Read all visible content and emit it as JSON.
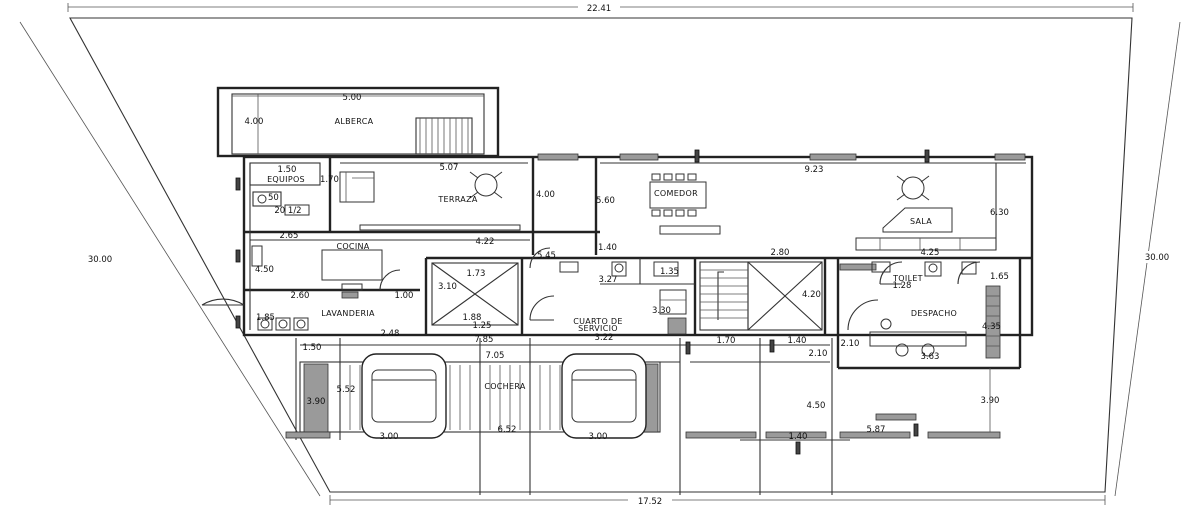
{
  "rooms": {
    "alberca": "ALBERCA",
    "equipos": "EQUIPOS",
    "terraza": "TERRAZA",
    "comedor": "COMEDOR",
    "sala": "SALA",
    "cocina": "COCINA",
    "lavanderia": "LAVANDERIA",
    "cuarto_de": "CUARTO  DE",
    "servicio": "SERVICIO",
    "toilet": "TOILET",
    "despacho": "DESPACHO",
    "cochera": "COCHERA"
  },
  "dimensions": {
    "lot_top": "22.41",
    "lot_bottom": "17.52",
    "lot_left": "30.00",
    "lot_right": "30.00",
    "pool_width": "5.00",
    "pool_depth": "4.00",
    "equipos_w": "1.50",
    "equipos_h": "1.70",
    "equipos_sub": "50",
    "bath_half": "20 1/2",
    "terraza_w": "5.07",
    "terraza_h": "4.00",
    "comedor_h": "5.60",
    "comedor_w": "9.23",
    "sala_h": "6.30",
    "cocina_w1": "2.65",
    "cocina_w2": "4.22",
    "cocina_h": "4.50",
    "stair_gap": "5.45",
    "hall_w": "1.40",
    "hall_len": "2.80",
    "sala_w": "4.25",
    "patio_w": "1.73",
    "patio_h": "3.10",
    "serv_bath_w": "3.27",
    "serv_bath_h": "1.35",
    "lav_w": "2.60",
    "lav_gap": "1.00",
    "lav_h": "1.85",
    "lav_sub": "1.88",
    "serv_sub": "1.25",
    "serv_w": "3.22",
    "serv_h": "3.30",
    "stair_h": "4.20",
    "toilet_w": "1.28",
    "toilet_h": "1.65",
    "despacho_h": "4.35",
    "despacho_w": "3.63",
    "lav_len": "2.48",
    "lav_left": "1.50",
    "garage_total": "7.85",
    "garage_inner": "7.05",
    "garage_depth": "5.52",
    "garage_left": "3.90",
    "car_w1": "3.00",
    "garage_mid": "6.52",
    "car_w2": "3.00",
    "entry_w": "1.70",
    "entry_w2": "1.40",
    "entry_h": "2.10",
    "entry_h2": "2.10",
    "walk_h": "4.50",
    "walk_w": "1.40",
    "front_w": "5.87",
    "right_h": "3.90"
  }
}
